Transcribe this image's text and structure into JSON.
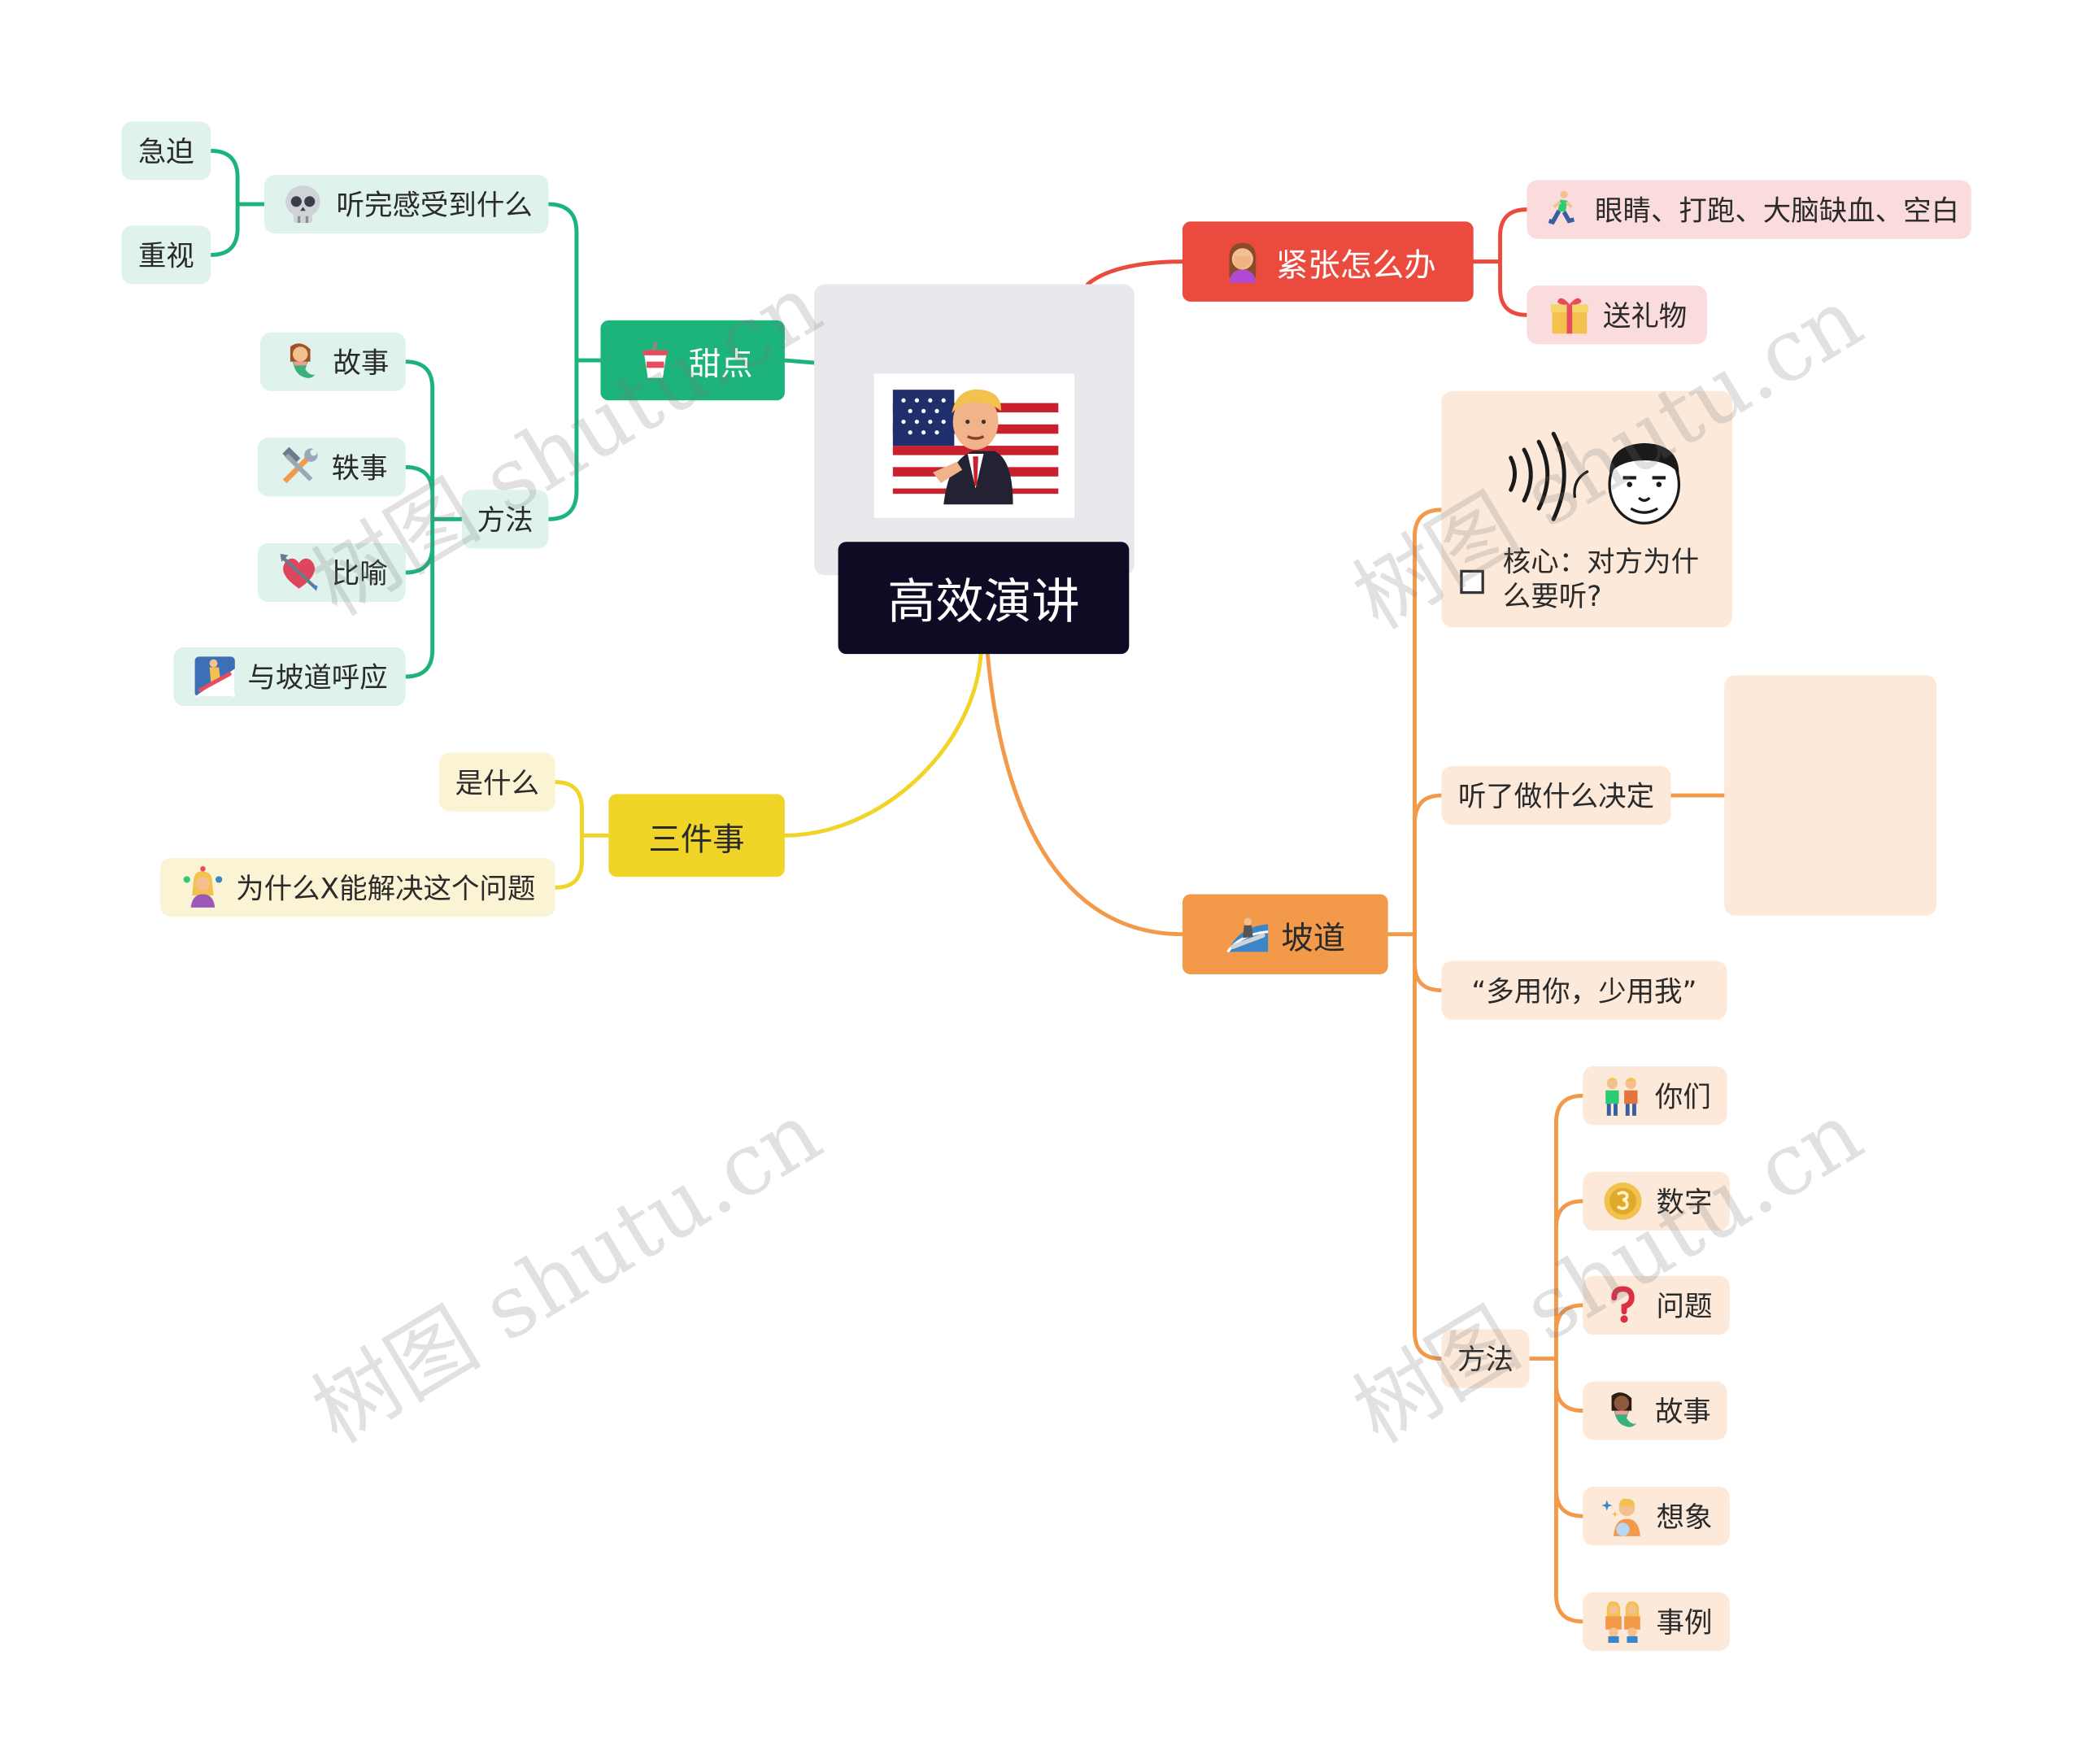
{
  "central": {
    "title": "高效演讲"
  },
  "sweet": {
    "label": "甜点",
    "feel": {
      "label": "听完感受到什么",
      "children": [
        "急迫",
        "重视"
      ]
    },
    "methods": {
      "label": "方法",
      "children": [
        "故事",
        "轶事",
        "比喻",
        "与坡道呼应"
      ]
    }
  },
  "three": {
    "label": "三件事",
    "children": [
      "是什么",
      "为什么X能解决这个问题"
    ]
  },
  "nervous": {
    "label": "紧张怎么办",
    "children": [
      "眼睛、打跑、大脑缺血、空白",
      "送礼物"
    ]
  },
  "ramp": {
    "label": "坡道",
    "core": "核心：对方为什么要听?",
    "decide": "听了做什么决定",
    "quote": "“多用你，少用我”",
    "methods": {
      "label": "方法",
      "children": [
        "你们",
        "数字",
        "问题",
        "故事",
        "想象",
        "事例"
      ]
    }
  },
  "watermark": "树图 shutu.cn",
  "colors": {
    "green": "#1db47b",
    "yellow": "#f0d428",
    "red": "#eb4a3e",
    "orange": "#f29a4a",
    "central": "#0d0c24"
  }
}
